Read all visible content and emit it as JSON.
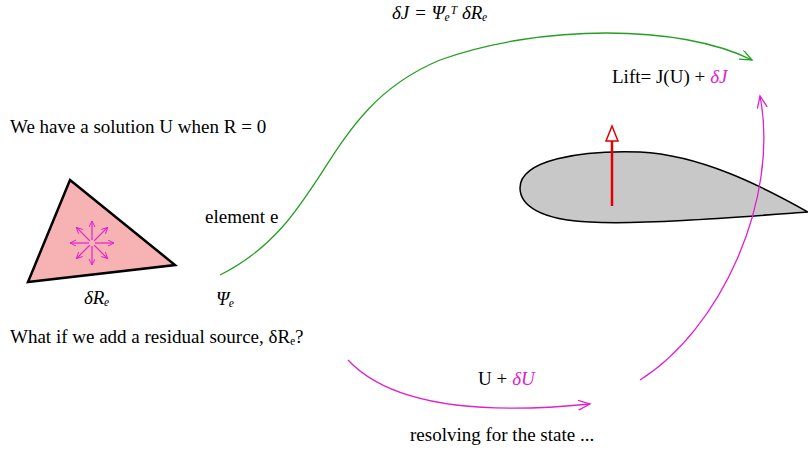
{
  "diagram": {
    "labels": [
      "δJ = Ψₑᵀ δRₑ",
      "Lift= J(U) +",
      "δJ",
      "We have a solution U when R = 0",
      "element e",
      "δRₑ",
      "Ψₑ",
      "What if we add a residual source, δRₑ?",
      "U +",
      "δU",
      "resolving for the state ..."
    ]
  }
}
